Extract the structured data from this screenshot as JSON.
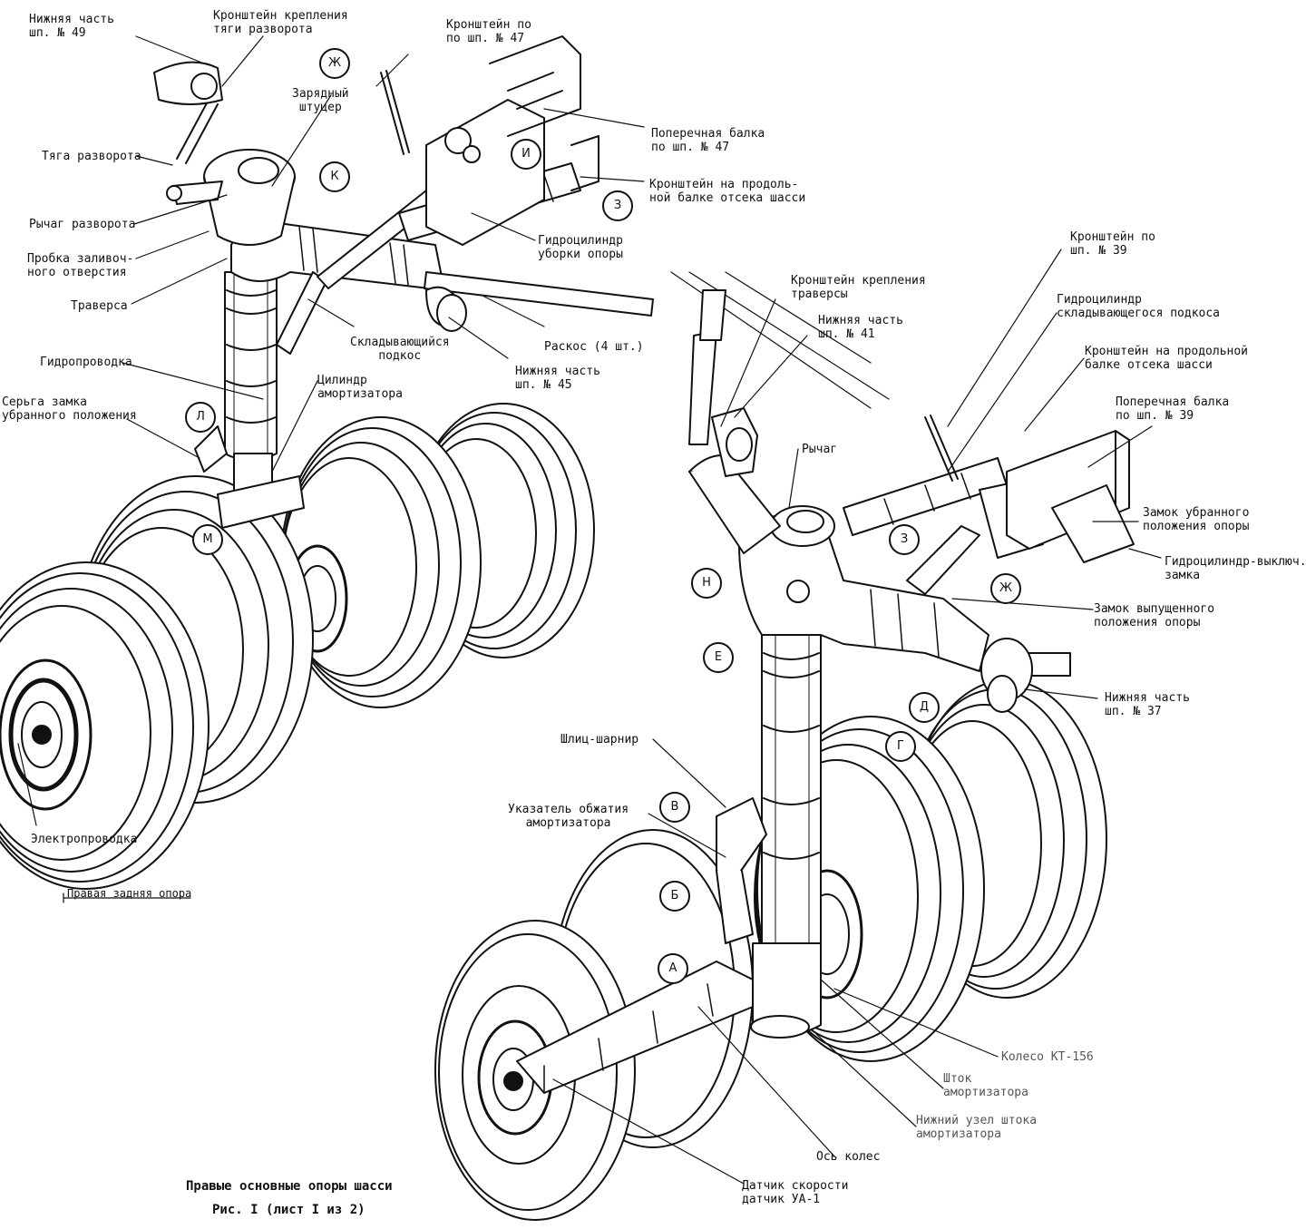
{
  "labels": {
    "lower_part_49": [
      "Нижняя часть",
      "шп. № 49"
    ],
    "bracket_turn_rod": [
      "Кронштейн крепления",
      "тяги разворота"
    ],
    "bracket_47_top": [
      "Кронштейн по",
      "по шп. № 47"
    ],
    "charging_fitting": [
      "Зарядный",
      "штуцер"
    ],
    "cross_beam_47": [
      "Поперечная балка",
      "по шп. № 47"
    ],
    "turn_rod": [
      "Тяга разворота"
    ],
    "bracket_longitudinal_top": [
      "Кронштейн на продоль-",
      "ной балке отсека шасси"
    ],
    "turn_lever": [
      "Рычаг разворота"
    ],
    "filler_plug": [
      "Пробка заливоч-",
      "ного отверстия"
    ],
    "retraction_cylinder": [
      "Гидроцилиндр",
      "уборки опоры"
    ],
    "traverse": [
      "Траверса"
    ],
    "bracket_39": [
      "Кронштейн по",
      "шп. № 39"
    ],
    "bracket_traverse": [
      "Кронштейн крепления",
      "траверсы"
    ],
    "folding_strut_cylinder": [
      "Гидроцилиндр",
      "складывающегося подкоса"
    ],
    "lower_part_41": [
      "Нижняя часть",
      "шп. № 41"
    ],
    "brace": [
      "Раскос (4 шт.)"
    ],
    "hydro_lines": [
      "Гидропроводка"
    ],
    "folding_strut": [
      "Складывающийся",
      "подкос"
    ],
    "bracket_longitudinal_right": [
      "Кронштейн на продольной",
      "балке отсека шасси"
    ],
    "lower_part_45": [
      "Нижняя часть",
      "шп. № 45"
    ],
    "cross_beam_39": [
      "Поперечная балка",
      "по шп. № 39"
    ],
    "lock_earring": [
      "Серьга замка",
      "убранного положения"
    ],
    "shock_cylinder": [
      "Цилиндр",
      "амортизатора"
    ],
    "lever": [
      "Рычаг"
    ],
    "retracted_lock": [
      "Замок убранного",
      "положения опоры"
    ],
    "lock_release_cylinder": [
      "Гидроцилиндр-выключ.",
      "замка"
    ],
    "extended_lock": [
      "Замок выпущенного",
      "положения опоры"
    ],
    "lower_part_37": [
      "Нижняя часть",
      "шп. № 37"
    ],
    "torque_link": [
      "Шлиц-шарнир"
    ],
    "compression_indicator": [
      "Указатель обжатия",
      "амортизатора"
    ],
    "electric_wiring": [
      "Электропроводка"
    ],
    "right_rear_strut": [
      "Правая задняя опора"
    ],
    "wheel": [
      "Колесо КТ-156"
    ],
    "shock_rod": [
      "Шток",
      "амортизатора"
    ],
    "lower_rod_unit": [
      "Нижний узел штока",
      "амортизатора"
    ],
    "wheel_axle": [
      "Ось колес"
    ],
    "speed_sensor": [
      "Датчик скорости",
      "датчик УА-1"
    ]
  },
  "markers": [
    "Ж",
    "И",
    "К",
    "З",
    "Л",
    "М",
    "Н",
    "Е",
    "Д",
    "Г",
    "В",
    "Б",
    "А",
    "З",
    "Ж"
  ],
  "caption": {
    "line1": "Правые основные опоры шасси",
    "line2": "Рис. I (лист I из 2)"
  },
  "colors": {
    "ink": "#111111",
    "paper": "#ffffff"
  }
}
